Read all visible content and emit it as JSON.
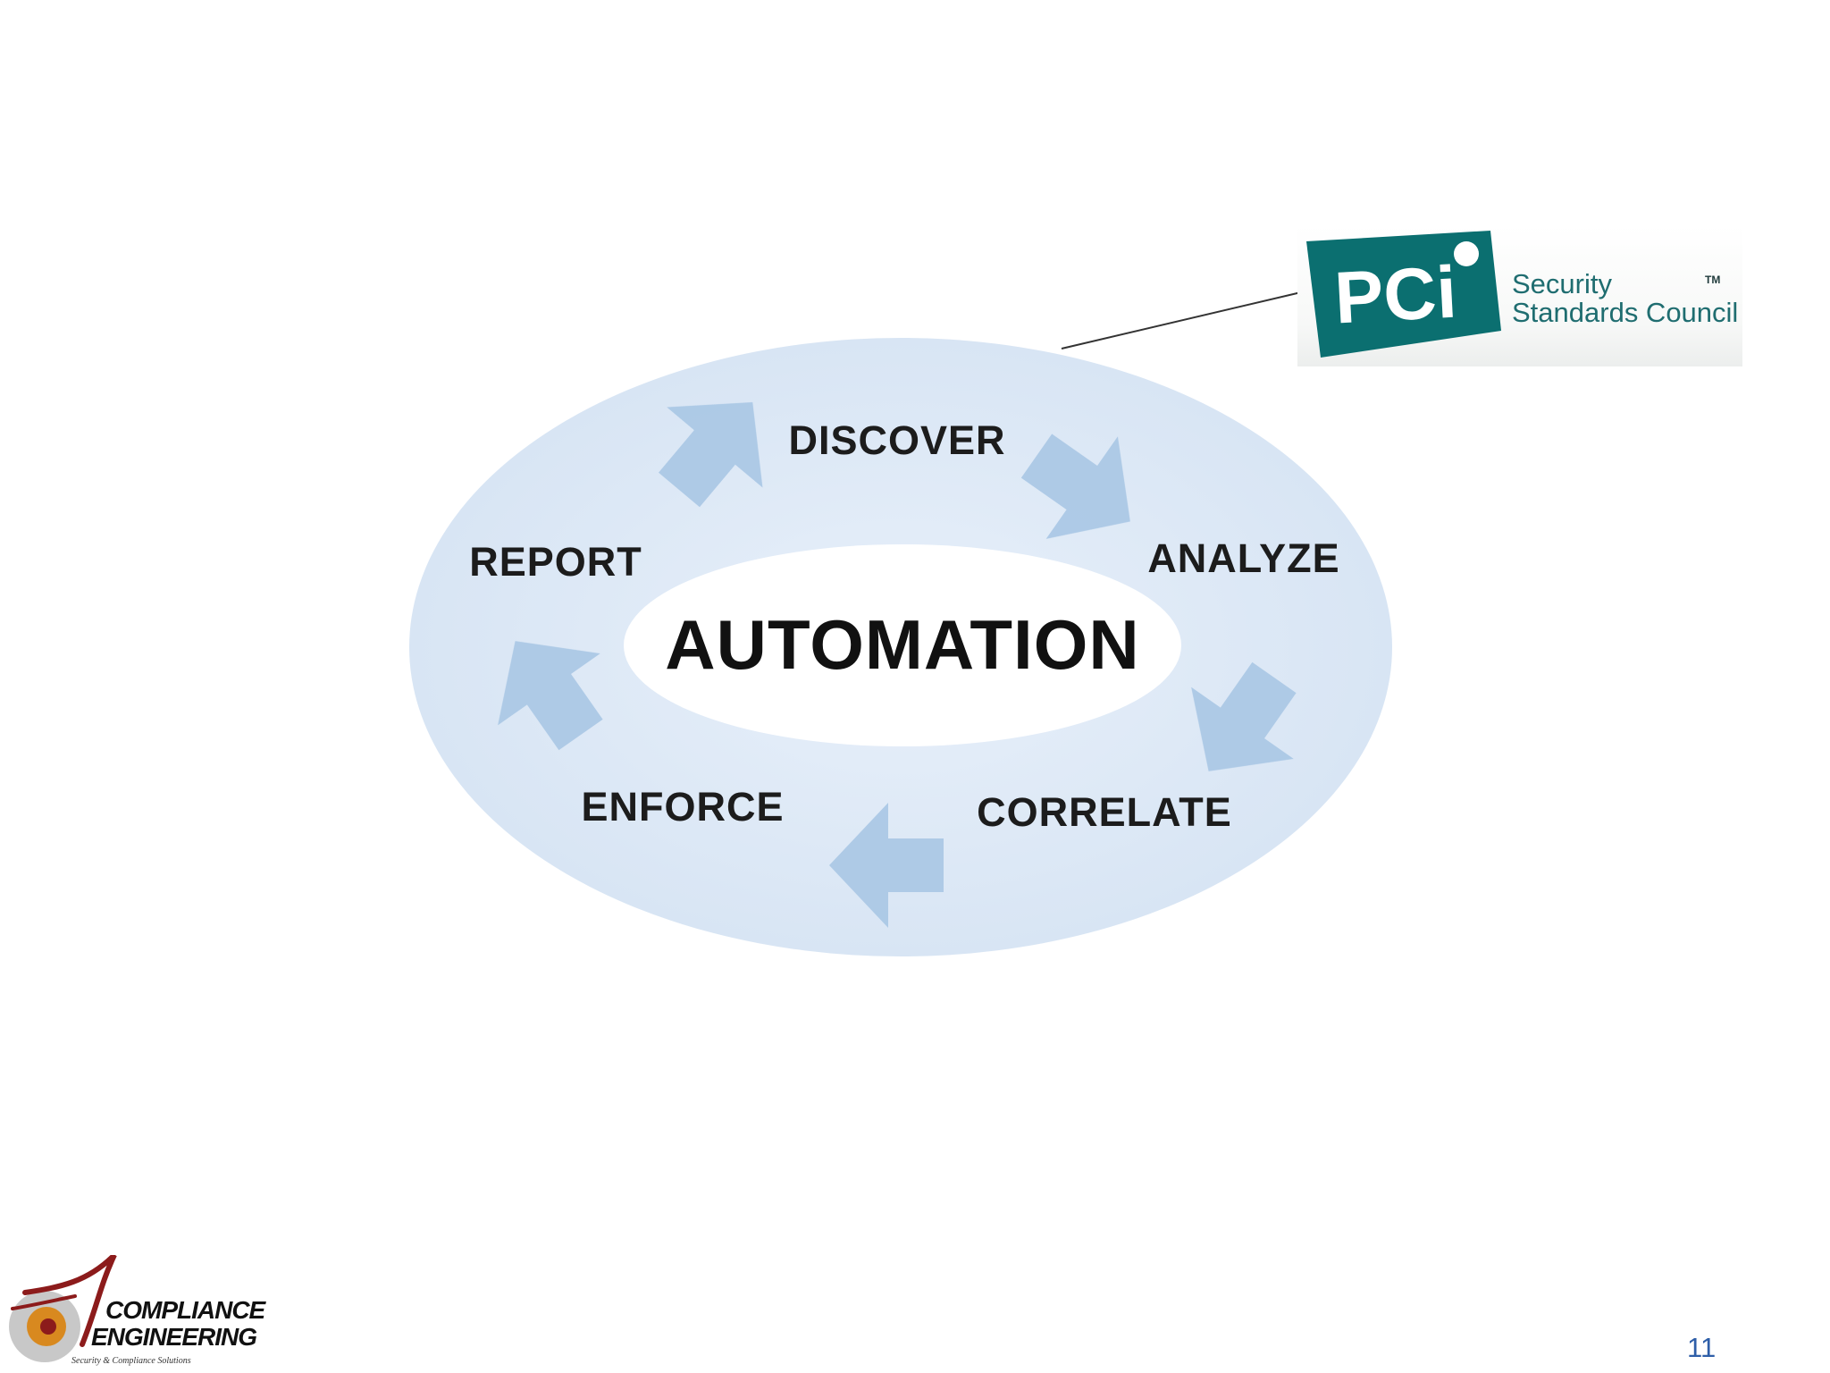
{
  "diagram": {
    "center_label": "AUTOMATION",
    "stages": [
      "DISCOVER",
      "ANALYZE",
      "CORRELATE",
      "ENFORCE",
      "REPORT"
    ],
    "ring_color": "#dbe7f5",
    "arrow_color": "#a8c6e4",
    "text_color": "#1c1c1c"
  },
  "pci_logo": {
    "mark": "PCi",
    "line1": "Security",
    "line2": "Standards Council",
    "tm": "TM",
    "brand_color": "#0b6f70"
  },
  "footer_logo": {
    "line1": "COMPLIANCE",
    "line2": "ENGINEERING",
    "tagline": "Security & Compliance Solutions",
    "accent_color": "#8c1b1b"
  },
  "page_number": "11"
}
